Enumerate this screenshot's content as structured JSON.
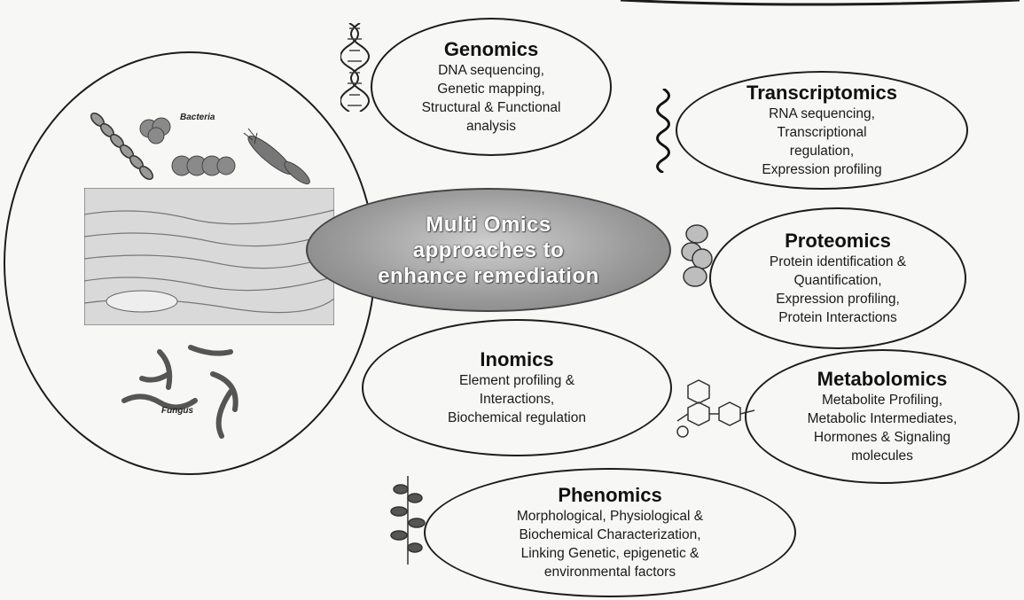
{
  "center": {
    "lines": [
      "Multi Omics",
      "approaches to",
      "enhance remediation"
    ]
  },
  "organisms": {
    "bacteria_label": "Bacteria",
    "fungus_label": "Fungus"
  },
  "omics": {
    "genomics": {
      "title": "Genomics",
      "lines": [
        "DNA sequencing,",
        "Genetic mapping,",
        "Structural & Functional",
        "analysis"
      ]
    },
    "transcriptomics": {
      "title": "Transcriptomics",
      "lines": [
        "RNA sequencing,",
        "Transcriptional",
        "regulation,",
        "Expression profiling"
      ]
    },
    "proteomics": {
      "title": "Proteomics",
      "lines": [
        "Protein identification &",
        "Quantification,",
        "Expression profiling,",
        "Protein Interactions"
      ]
    },
    "inomics": {
      "title": "Inomics",
      "lines": [
        "Element profiling &",
        "Interactions,",
        "Biochemical regulation"
      ]
    },
    "metabolomics": {
      "title": "Metabolomics",
      "lines": [
        "Metabolite Profiling,",
        "Metabolic Intermediates,",
        "Hormones & Signaling",
        "molecules"
      ]
    },
    "phenomics": {
      "title": "Phenomics",
      "lines": [
        "Morphological, Physiological &",
        "Biochemical Characterization,",
        "Linking Genetic, epigenetic &",
        "environmental  factors"
      ]
    }
  },
  "icons": [
    "dna-helix-icon",
    "rna-strand-icon",
    "protein-structure-icon",
    "molecule-icon",
    "plant-icon",
    "bacteria-icon",
    "fungus-icon",
    "soil-landscape-icon"
  ]
}
